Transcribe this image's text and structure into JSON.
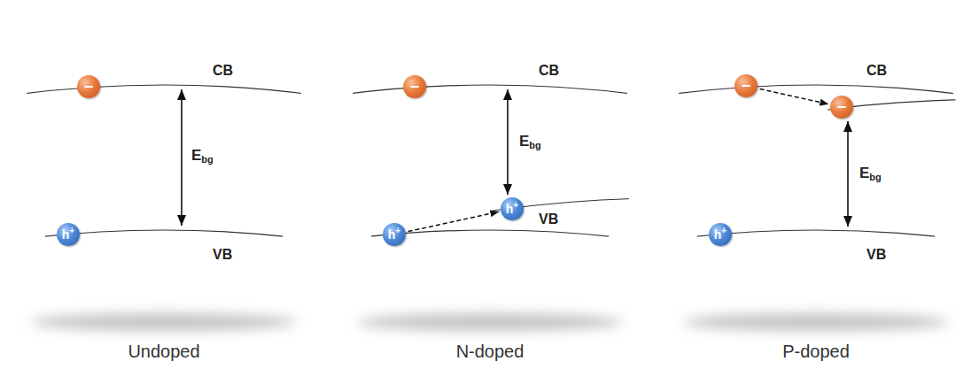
{
  "diagram": {
    "nodes": [
      {
        "text": [
          "Undoped"
        ]
      },
      {
        "text": [
          "−"
        ],
        "in": 0
      },
      {
        "text": [
          "h+"
        ],
        "in": 0
      },
      {
        "text": [
          "N-doped"
        ]
      },
      {
        "text": [
          "−"
        ],
        "in": 3
      },
      {
        "text": [
          "h+"
        ],
        "in": 3
      },
      {
        "text": [
          "h+"
        ],
        "in": 3
      },
      {
        "text": [
          "P-doped"
        ]
      },
      {
        "text": [
          "−"
        ],
        "in": 7
      },
      {
        "text": [
          "−"
        ],
        "in": 7
      },
      {
        "text": [
          "h+"
        ],
        "in": 7
      }
    ],
    "edges": [
      {
        "from": 5,
        "to": 6,
        "arrow": "to"
      },
      {
        "from": 8,
        "to": 9,
        "arrow": "to"
      }
    ],
    "labels": [
      "CB",
      "Ebg",
      "VB",
      "CB",
      "Ebg",
      "VB",
      "CB",
      "Ebg",
      "VB"
    ]
  }
}
